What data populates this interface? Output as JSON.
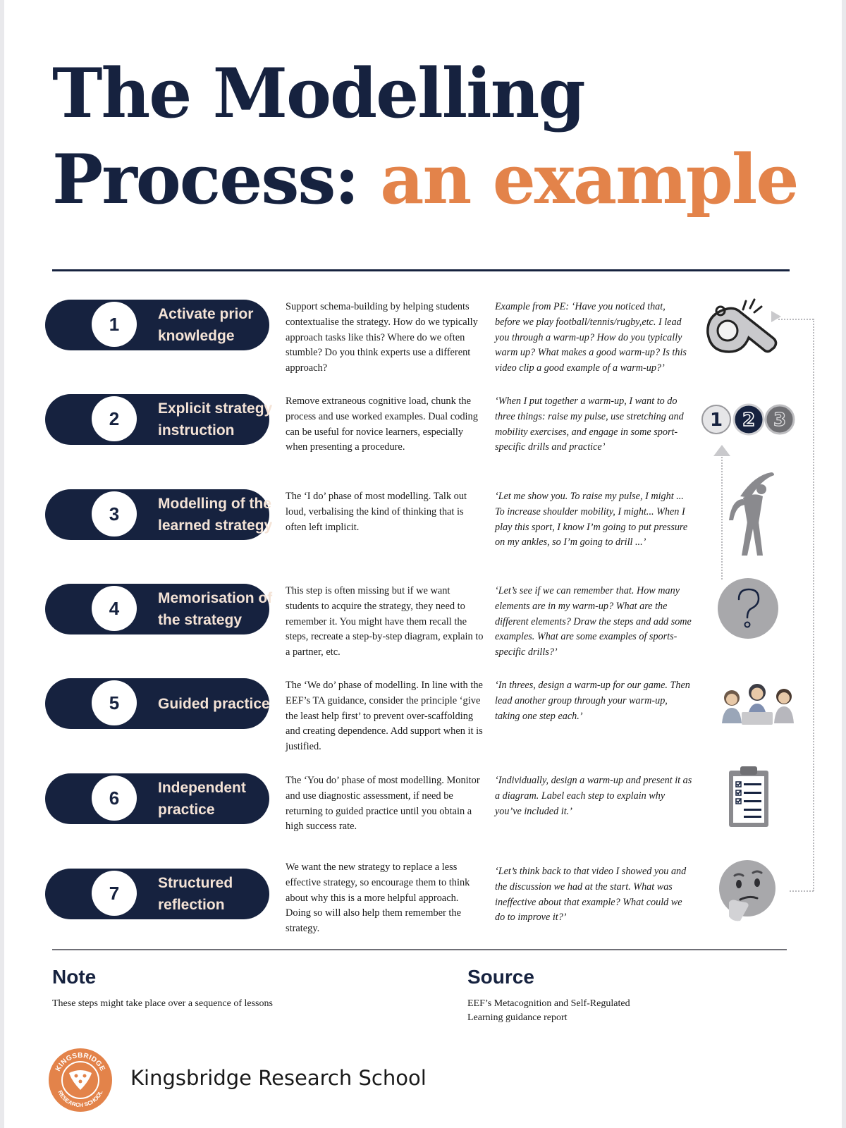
{
  "title": {
    "line1": "The Modelling",
    "line2_main": "Process:",
    "line2_accent": "an example"
  },
  "colors": {
    "navy": "#16223f",
    "orange": "#e3834a",
    "pill_text": "#f4e3d6",
    "grey_icon": "#9b9b9f"
  },
  "steps": [
    {
      "number": "1",
      "label_line1": "Activate prior",
      "label_line2": "knowledge",
      "description": "Support schema-building by helping students contextualise the strategy. How do we typically approach tasks like this? Where do we often stumble? Do you think experts use a different approach?",
      "example": "Example from PE: ‘Have you noticed that, before we play football/tennis/rugby,etc. I lead you through a warm-up? How do you typically warm up? What makes a good warm-up? Is this video clip a good example of a warm-up?’",
      "icon": "whistle-icon"
    },
    {
      "number": "2",
      "label_line1": "Explicit strategy",
      "label_line2": "instruction",
      "description": "Remove extraneous cognitive load, chunk the process and use worked examples. Dual coding can be useful for novice learners, especially when presenting a procedure.",
      "example": "‘When I put together a warm-up, I want to do three things: raise my pulse, use stretching and mobility exercises, and engage in some sport-specific drills and practice’",
      "icon": "numbers-123-icon"
    },
    {
      "number": "3",
      "label_line1": "Modelling of the",
      "label_line2": "learned strategy",
      "description": "The ‘I do’ phase of most modelling. Talk out loud, verbalising the kind of thinking that is often left implicit.",
      "example": "‘Let me show you. To raise my pulse, I might ... To increase shoulder mobility, I might... When I play this sport, I know I’m going to put pressure on my ankles, so I’m going to drill ...’",
      "icon": "stretching-person-icon"
    },
    {
      "number": "4",
      "label_line1": "Memorisation of",
      "label_line2": "the strategy",
      "description": "This step is often missing but if we want students to acquire the strategy, they need to remember it. You might have them recall the steps, recreate a step-by-step diagram, explain to a partner, etc.",
      "example": "‘Let’s see if we can remember that. How many elements are in my warm-up? What are the different elements? Draw the steps and add some examples. What are some examples of sports-specific drills?’",
      "icon": "question-mark-icon"
    },
    {
      "number": "5",
      "label_line1": "Guided practice",
      "label_line2": "",
      "description": "The ‘We do’ phase of modelling. In line with the EEF’s TA guidance, consider the principle ‘give the least help first’ to prevent over-scaffolding and creating dependence. Add support when it is justified.",
      "example": "‘In threes, design a warm-up for our game. Then lead another group through your warm-up, taking one step each.’",
      "icon": "children-group-icon"
    },
    {
      "number": "6",
      "label_line1": "Independent",
      "label_line2": "practice",
      "description": "The ‘You do’ phase of most modelling. Monitor and use diagnostic assessment, if need be returning to guided practice until you obtain a high success rate.",
      "example": "‘Individually, design a warm-up and present it as a diagram. Label each step to explain why you’ve included it.’",
      "icon": "clipboard-checklist-icon"
    },
    {
      "number": "7",
      "label_line1": "Structured",
      "label_line2": "reflection",
      "description": "We want the new strategy to replace a less effective strategy, so encourage them to think about why this is a more helpful approach. Doing so will also help them remember the strategy.",
      "example": "‘Let’s think back to that video I showed you and the discussion we had at the start. What was ineffective about that example? What could we do to improve it?’",
      "icon": "thinking-face-icon"
    }
  ],
  "note": {
    "heading": "Note",
    "text": "These steps might take place over a sequence of lessons"
  },
  "source": {
    "heading": "Source",
    "text_line1": "EEF’s Metacognition and Self-Regulated",
    "text_line2": "Learning guidance report"
  },
  "school": {
    "name": "Kingsbridge Research School",
    "logo_text_top": "KINGSBRIDGE",
    "logo_text_bottom": "RESEARCH SCHOOL"
  }
}
